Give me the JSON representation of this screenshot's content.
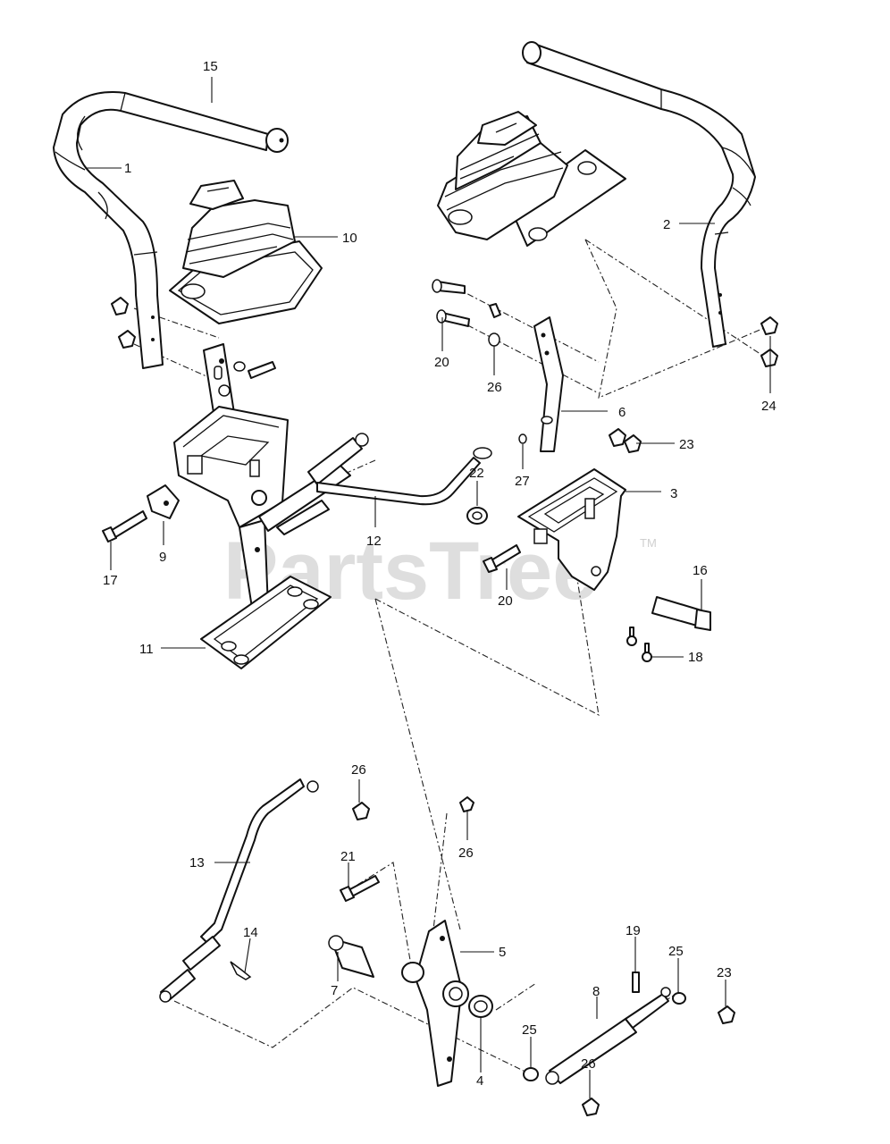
{
  "watermark": {
    "text": "PartsTree",
    "tm": "TM"
  },
  "callouts": {
    "c1": "1",
    "c2": "2",
    "c3": "3",
    "c4": "4",
    "c5": "5",
    "c6": "6",
    "c7": "7",
    "c8": "8",
    "c9": "9",
    "c10": "10",
    "c11": "11",
    "c12": "12",
    "c13": "13",
    "c14": "14",
    "c15": "15",
    "c16": "16",
    "c17": "17",
    "c18": "18",
    "c19": "19",
    "c20a": "20",
    "c20b": "20",
    "c21": "21",
    "c22": "22",
    "c23a": "23",
    "c23b": "23",
    "c24": "24",
    "c25a": "25",
    "c25b": "25",
    "c26a": "26",
    "c26b": "26",
    "c26c": "26",
    "c26d": "26",
    "c27": "27"
  }
}
